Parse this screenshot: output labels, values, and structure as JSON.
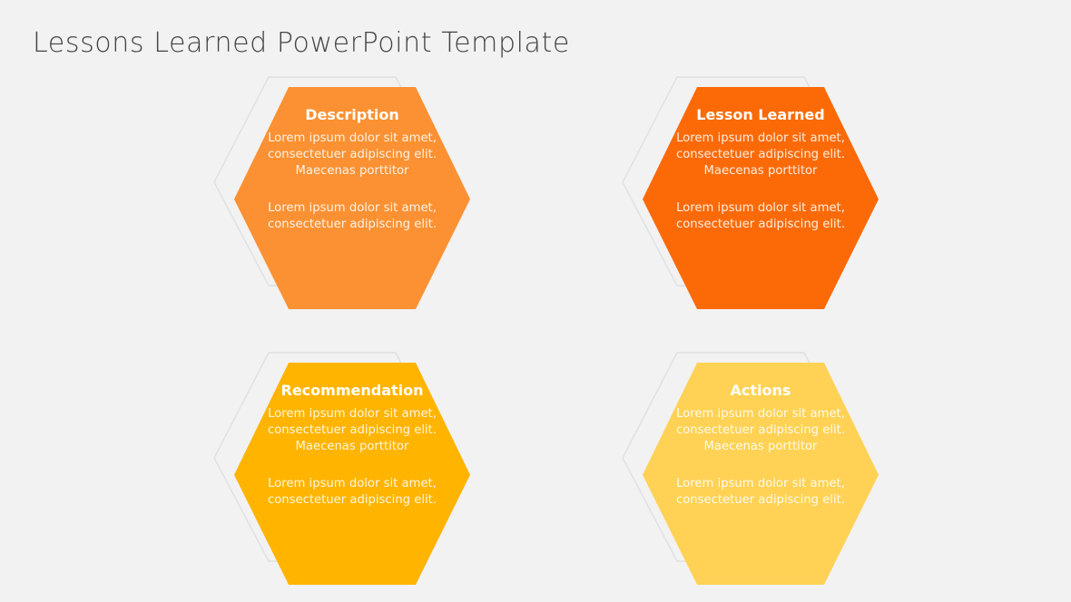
{
  "slide": {
    "title": "Lessons Learned PowerPoint Template",
    "background_color": "#F2F2F2",
    "title_color": "#434343",
    "outline_color": "#E0E0E0"
  },
  "cards": [
    {
      "heading": "Description",
      "body1": "Lorem ipsum dolor sit amet, consectetuer adipiscing elit. Maecenas porttitor",
      "body2": "Lorem ipsum dolor sit amet, consectetuer adipiscing elit.",
      "fill_color": "#FB9132",
      "text_color": "#FFFFFF"
    },
    {
      "heading": "Lesson Learned",
      "body1": "Lorem ipsum dolor sit amet, consectetuer adipiscing elit. Maecenas porttitor",
      "body2": "Lorem ipsum dolor sit amet, consectetuer adipiscing elit.",
      "fill_color": "#FC6A08",
      "text_color": "#FFFFFF"
    },
    {
      "heading": "Recommendation",
      "body1": "Lorem ipsum dolor sit amet, consectetuer adipiscing elit. Maecenas porttitor",
      "body2": "Lorem ipsum dolor sit amet, consectetuer adipiscing elit.",
      "fill_color": "#FFB400",
      "text_color": "#FFFFFF"
    },
    {
      "heading": "Actions",
      "body1": "Lorem ipsum dolor sit amet, consectetuer adipiscing elit. Maecenas porttitor",
      "body2": "Lorem ipsum dolor sit amet, consectetuer adipiscing elit.",
      "fill_color": "#FFD255",
      "text_color": "#FFFFFF"
    }
  ]
}
